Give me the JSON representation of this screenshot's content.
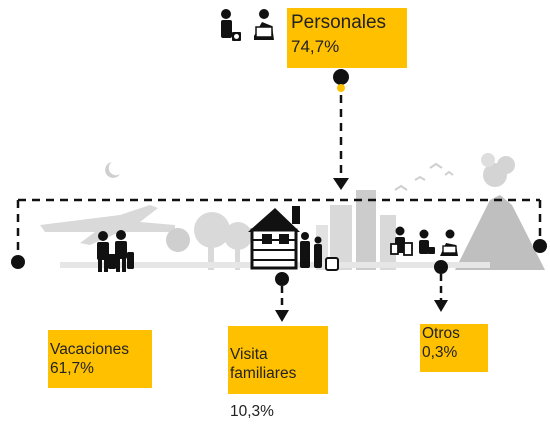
{
  "root": {
    "category": "Personales",
    "percent": "74,7%"
  },
  "branches": [
    {
      "label": "Vacaciones",
      "percent": "61,7%",
      "icon": "travelers-with-luggage-icon"
    },
    {
      "label": "Visita\nfamiliares",
      "percent": "10,3%",
      "icon": "house-with-family-icon"
    },
    {
      "label": "Otros",
      "percent": "0,3%",
      "icon": "shopping-and-tourists-icon"
    }
  ],
  "icons": {
    "root": "tourist-with-camera-and-map-icon",
    "background": "city-skyline-and-landscape-icon"
  },
  "colors": {
    "accent": "#ffc000",
    "line": "#111111",
    "skyline": "#d6d6d6"
  }
}
